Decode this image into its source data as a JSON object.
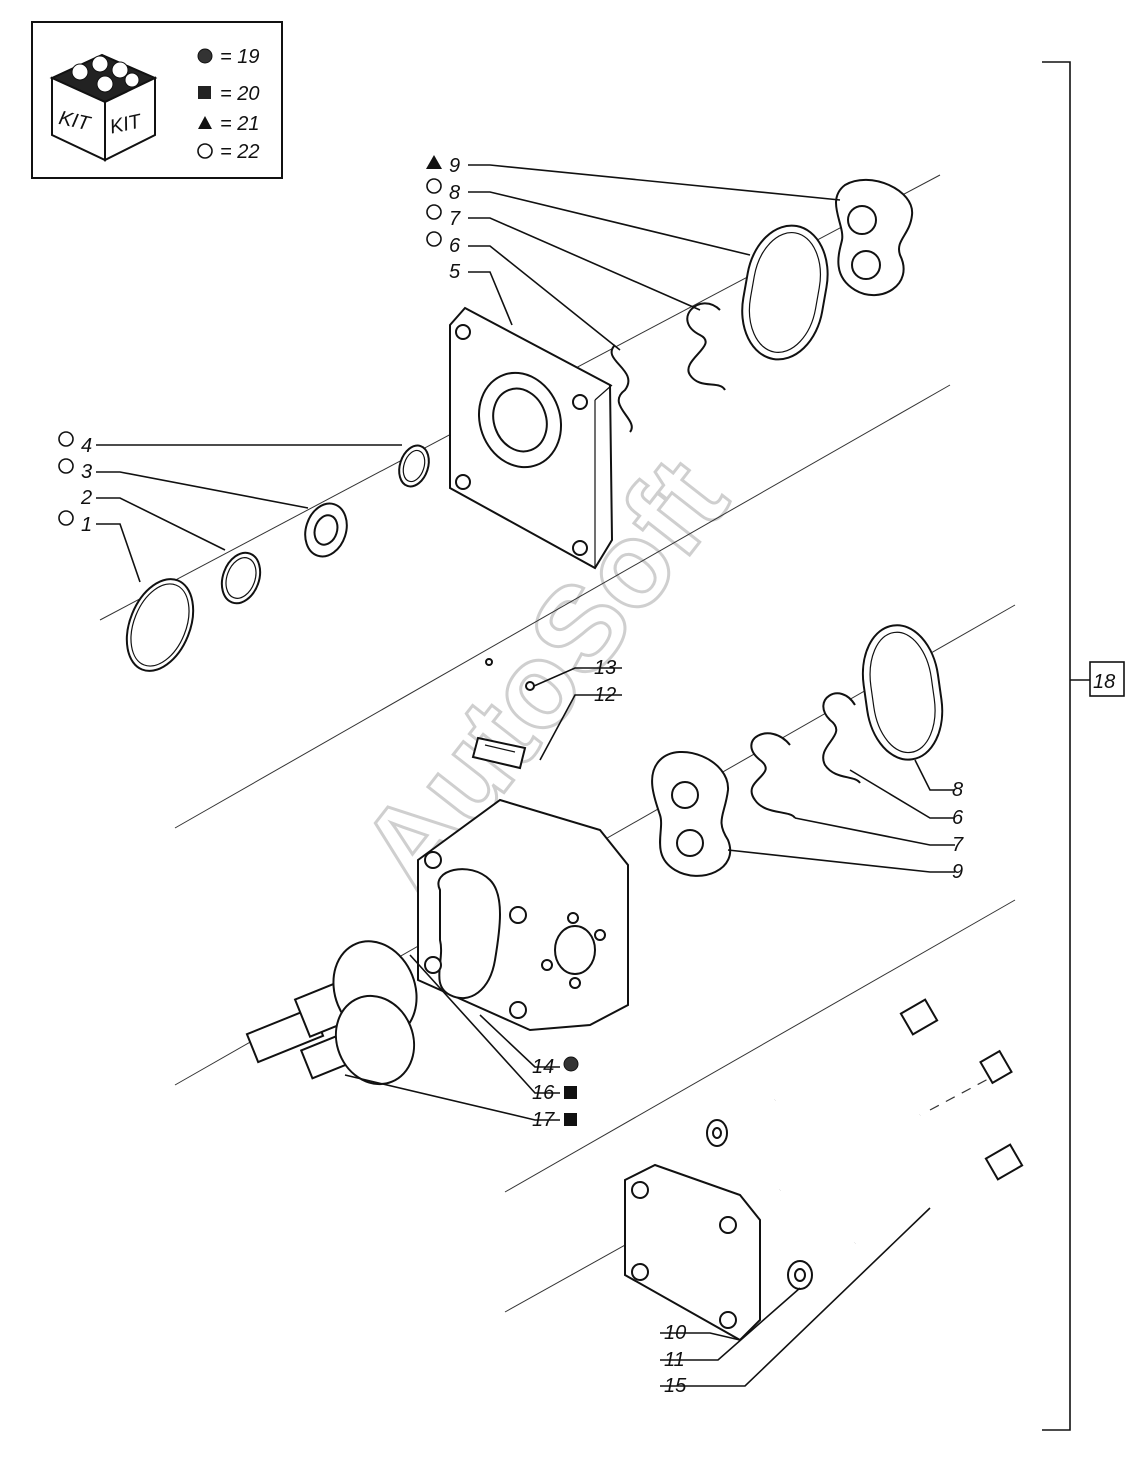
{
  "kit_legend": {
    "box_text_1": "KIT",
    "box_text_2": "KIT",
    "items": [
      {
        "symbol": "filled-circle",
        "label": "= 19"
      },
      {
        "symbol": "filled-square",
        "label": "= 20"
      },
      {
        "symbol": "filled-triangle",
        "label": "= 21"
      },
      {
        "symbol": "open-circle",
        "label": "= 22"
      }
    ]
  },
  "assembly_ref": "18",
  "watermark": "AutoSoft",
  "callouts": {
    "c9_top": "9",
    "c8_top": "8",
    "c7_top": "7",
    "c6_top": "6",
    "c5": "5",
    "c4": "4",
    "c3": "3",
    "c2": "2",
    "c1": "1",
    "c13": "13",
    "c12": "12",
    "c8_right": "8",
    "c6_right": "6",
    "c7_right": "7",
    "c9_right": "9",
    "c14": "14",
    "c16": "16",
    "c17": "17",
    "c10": "10",
    "c11": "11",
    "c15": "15"
  }
}
